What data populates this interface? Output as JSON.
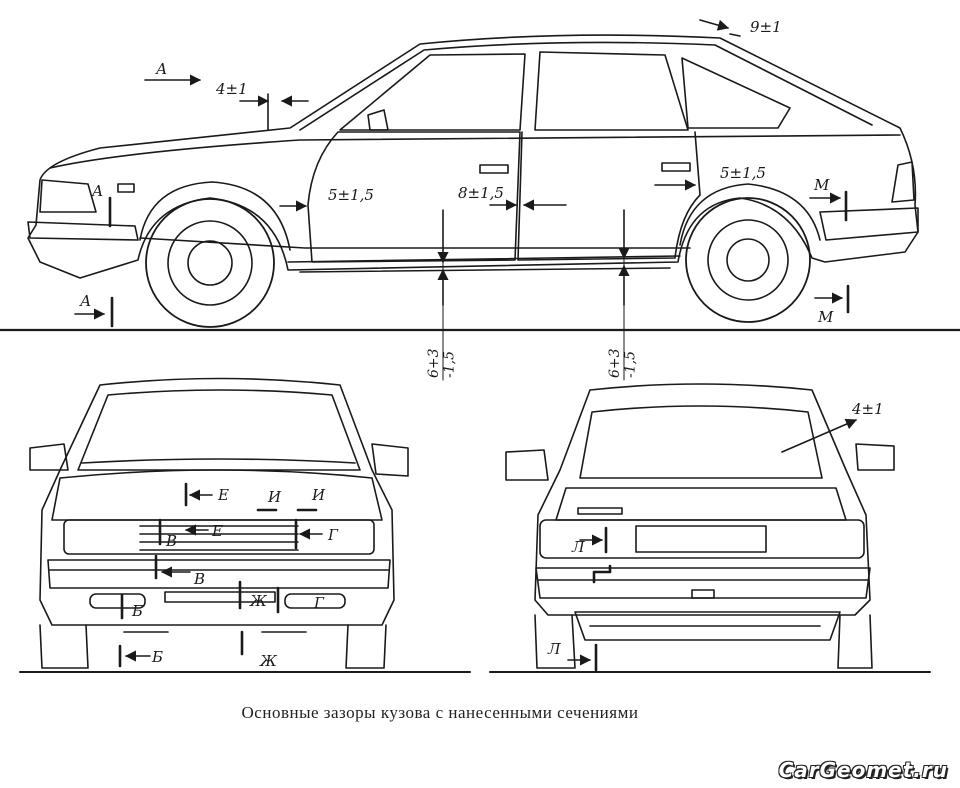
{
  "caption": "Основные зазоры кузова с нанесенными сечениями",
  "watermark": "CarGeomet.ru",
  "side_view": {
    "view_arrow": "А",
    "gaps": {
      "hood_windshield": "4±1",
      "roof_rear": "9±1",
      "front_door_fender": "5±1,5",
      "door_door": "8±1,5",
      "rear_door_quarter": "5±1,5",
      "sill_front": "6+3\n-1,5",
      "sill_rear": "6+3\n-1,5"
    },
    "sections": {
      "front_upper": "А",
      "front_lower": "А",
      "rear_upper": "М",
      "rear_lower": "М"
    }
  },
  "front_view": {
    "sections": [
      "Е",
      "И",
      "И",
      "В",
      "Е",
      "Г",
      "В",
      "Б",
      "Ж",
      "Г",
      "Б",
      "Ж"
    ]
  },
  "rear_view": {
    "glass_gap": "4±1",
    "sections": [
      "Л",
      "Л"
    ]
  },
  "colors": {
    "ink": "#1a1a1a",
    "paper": "#ffffff"
  }
}
